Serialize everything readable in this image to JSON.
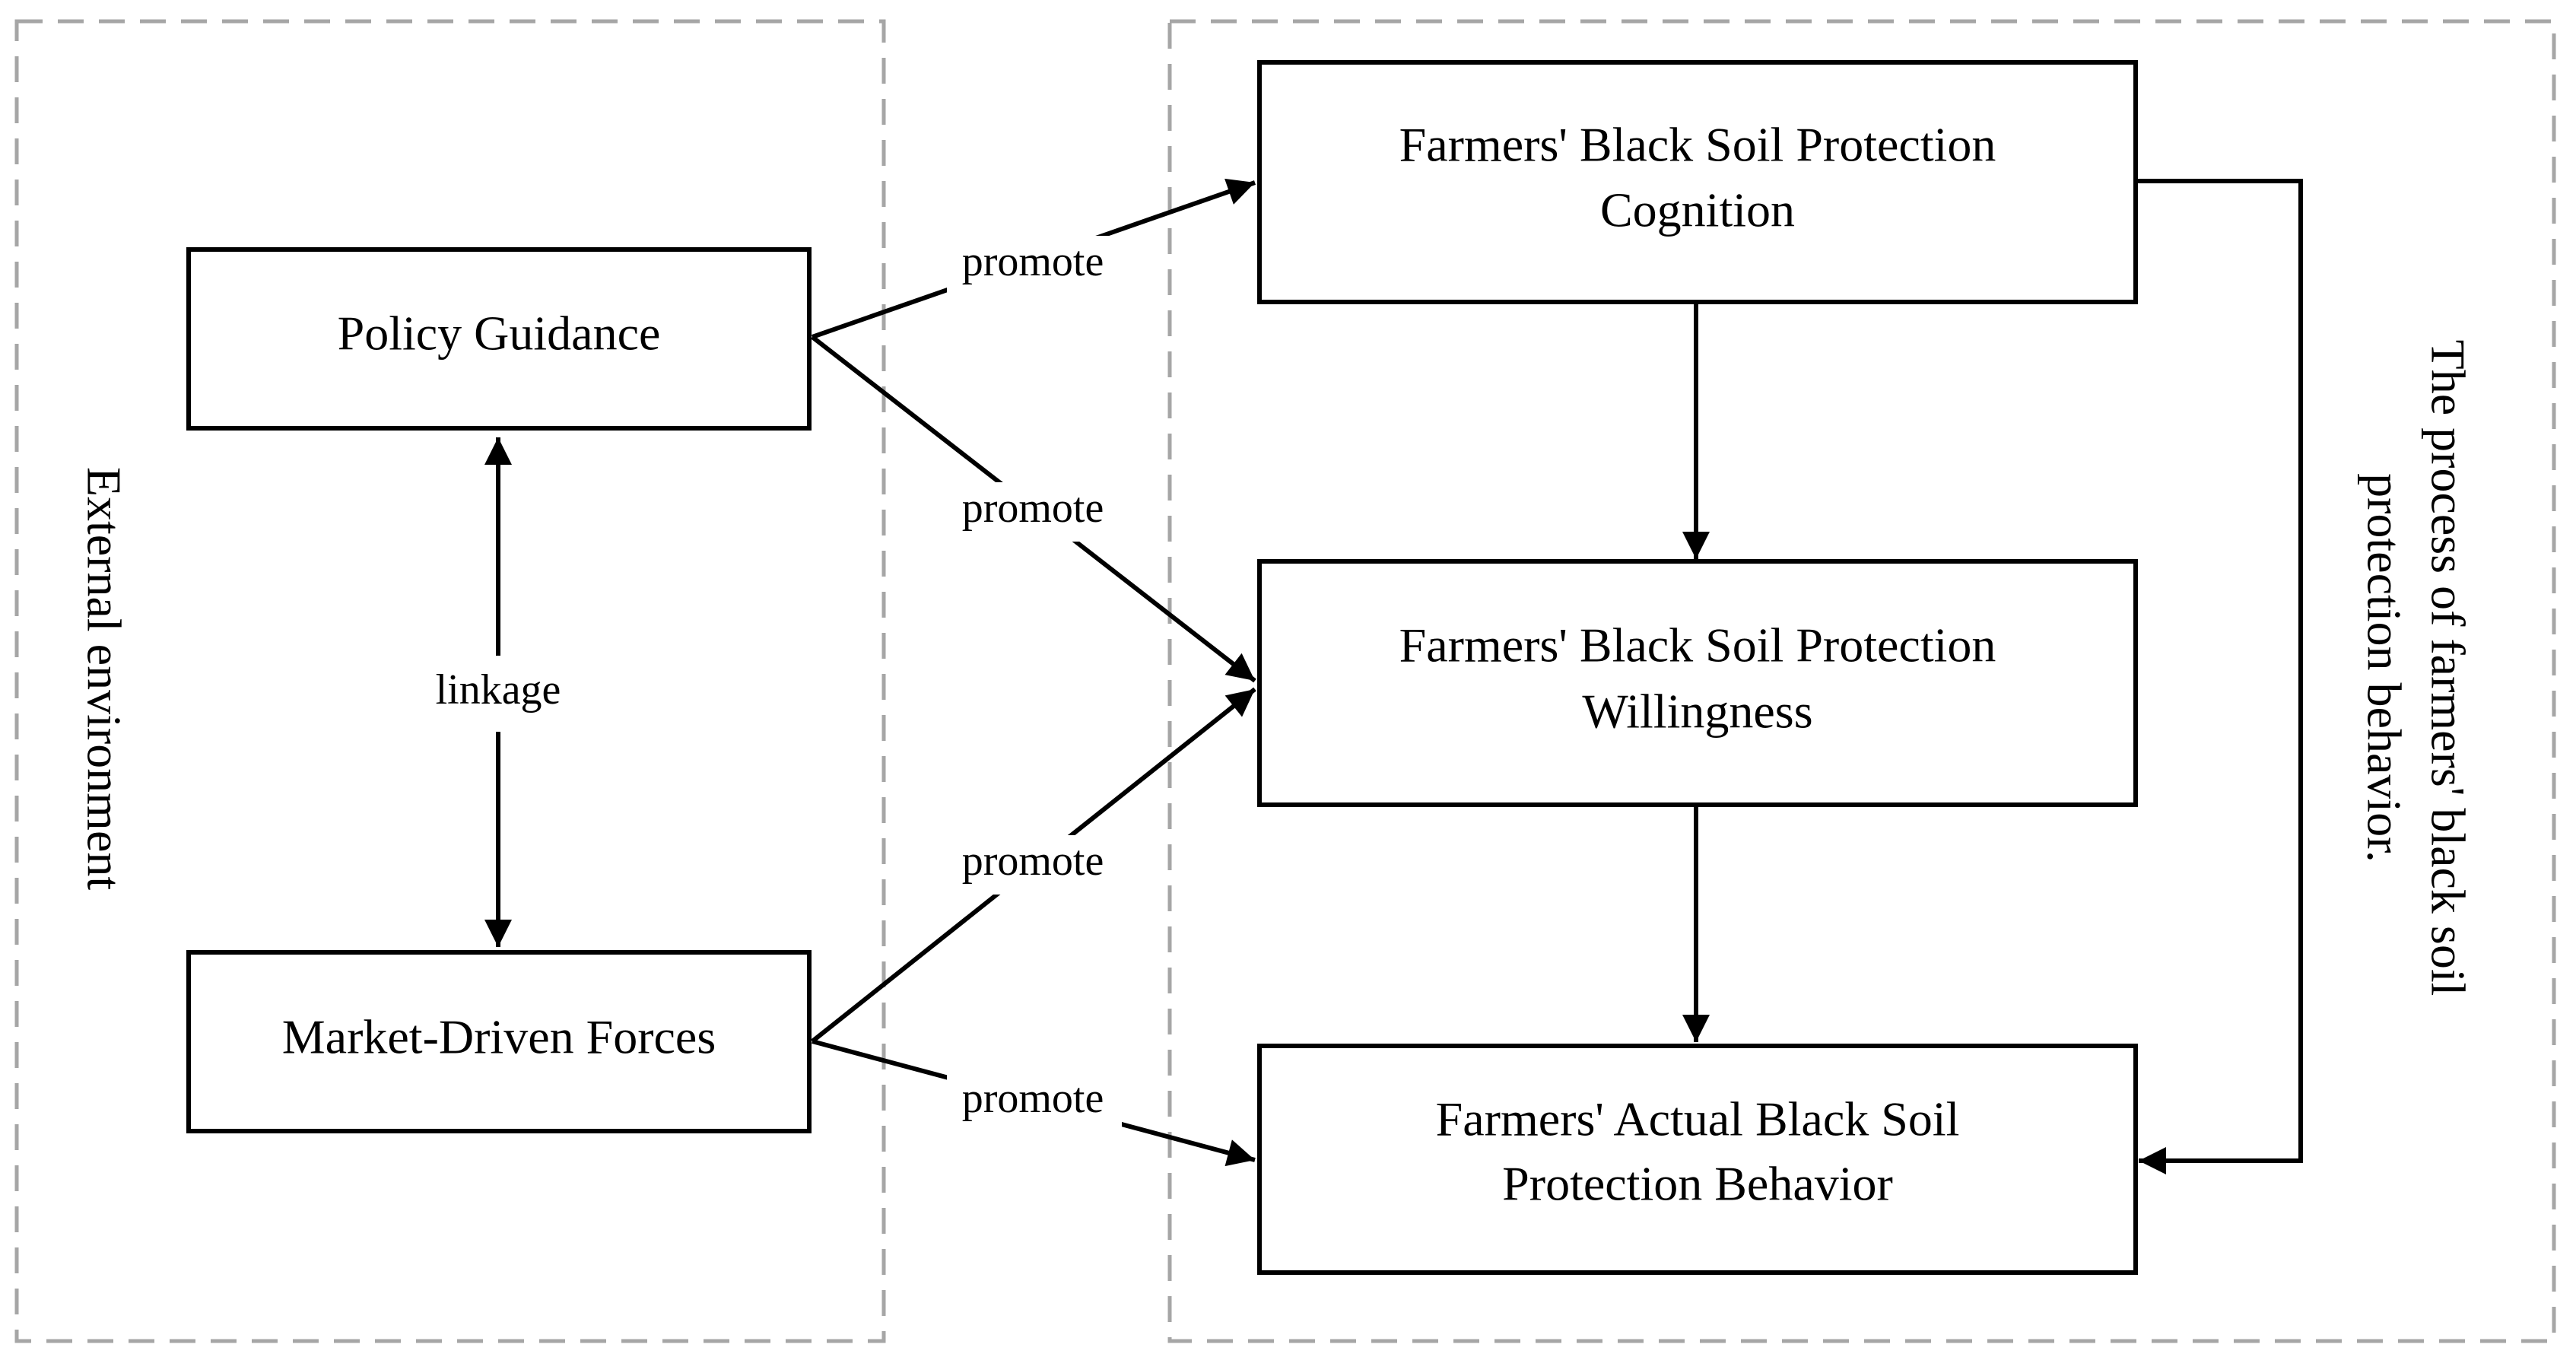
{
  "regions": {
    "external": {
      "label": "External environment"
    },
    "process": {
      "label_line1": "The process of farmers' black soil",
      "label_line2": "protection behavior."
    }
  },
  "nodes": {
    "policy": {
      "line1": "Policy Guidance"
    },
    "market": {
      "line1": "Market-Driven Forces"
    },
    "cognition": {
      "line1": "Farmers' Black Soil Protection",
      "line2": "Cognition"
    },
    "willingness": {
      "line1": "Farmers' Black Soil Protection",
      "line2": "Willingness"
    },
    "behavior": {
      "line1": "Farmers' Actual Black Soil",
      "line2": "Protection Behavior"
    }
  },
  "edges": {
    "linkage": "linkage",
    "policy_to_cognition": "promote",
    "policy_to_willingness": "promote",
    "market_to_willingness": "promote",
    "market_to_behavior": "promote"
  },
  "colors": {
    "line": "#000000",
    "region_border": "#a6a6a6",
    "label_background": "#ffffff"
  }
}
